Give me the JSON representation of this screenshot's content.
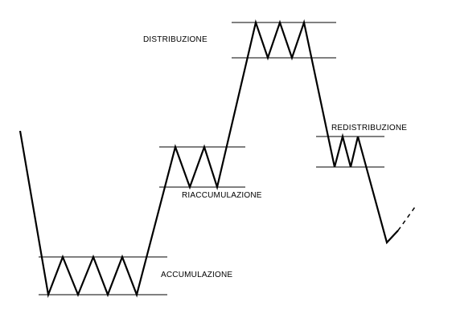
{
  "labels": {
    "distribuzione": "DISTRIBUZIONE",
    "redistribuzione": "REDISTRIBUZIONE",
    "riaccumulazione": "RIACCUMULAZIONE",
    "accumulazione": "ACCUMULAZIONE"
  },
  "colors": {
    "line": "#000000",
    "background": "#ffffff"
  }
}
